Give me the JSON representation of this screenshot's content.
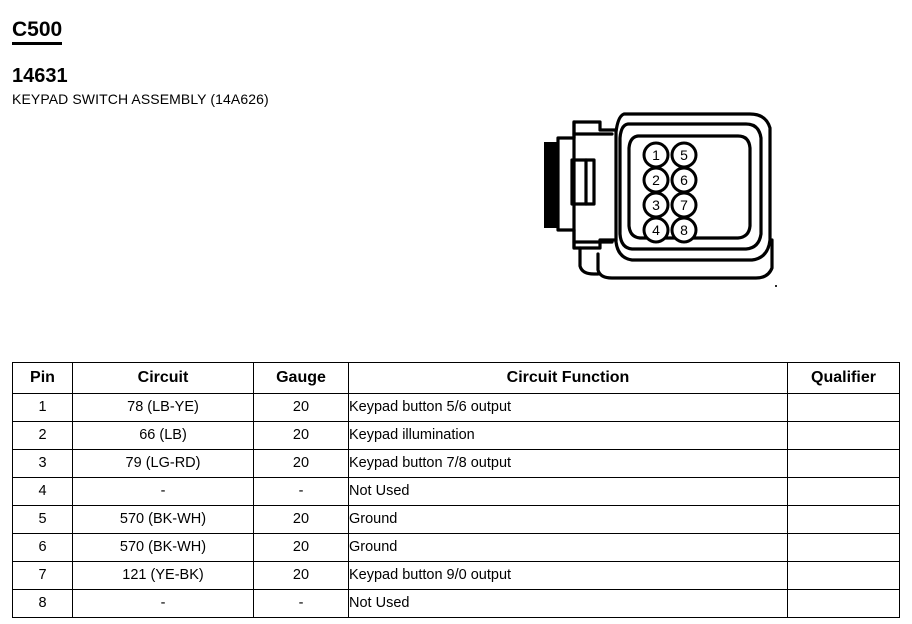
{
  "header": {
    "connector_id": "C500",
    "part_number": "14631",
    "part_name": "KEYPAD SWITCH ASSEMBLY (14A626)"
  },
  "connector": {
    "type": "8-pin rectangular connector, front view",
    "pin_columns": [
      {
        "side": "left",
        "pins": [
          "1",
          "2",
          "3",
          "4"
        ]
      },
      {
        "side": "right",
        "pins": [
          "5",
          "6",
          "7",
          "8"
        ]
      }
    ],
    "pins": [
      "1",
      "2",
      "3",
      "4",
      "5",
      "6",
      "7",
      "8"
    ]
  },
  "table": {
    "columns": [
      "Pin",
      "Circuit",
      "Gauge",
      "Circuit Function",
      "Qualifier"
    ],
    "rows": [
      {
        "pin": "1",
        "circuit": "78 (LB-YE)",
        "gauge": "20",
        "function": "Keypad button 5/6 output",
        "qualifier": ""
      },
      {
        "pin": "2",
        "circuit": "66 (LB)",
        "gauge": "20",
        "function": "Keypad illumination",
        "qualifier": ""
      },
      {
        "pin": "3",
        "circuit": "79 (LG-RD)",
        "gauge": "20",
        "function": "Keypad button 7/8 output",
        "qualifier": ""
      },
      {
        "pin": "4",
        "circuit": "-",
        "gauge": "-",
        "function": "Not Used",
        "qualifier": ""
      },
      {
        "pin": "5",
        "circuit": "570 (BK-WH)",
        "gauge": "20",
        "function": "Ground",
        "qualifier": ""
      },
      {
        "pin": "6",
        "circuit": "570 (BK-WH)",
        "gauge": "20",
        "function": "Ground",
        "qualifier": ""
      },
      {
        "pin": "7",
        "circuit": "121 (YE-BK)",
        "gauge": "20",
        "function": "Keypad button 9/0 output",
        "qualifier": ""
      },
      {
        "pin": "8",
        "circuit": "-",
        "gauge": "-",
        "function": "Not Used",
        "qualifier": ""
      }
    ]
  },
  "colors": {
    "ink": "#000000",
    "page": "#ffffff"
  }
}
